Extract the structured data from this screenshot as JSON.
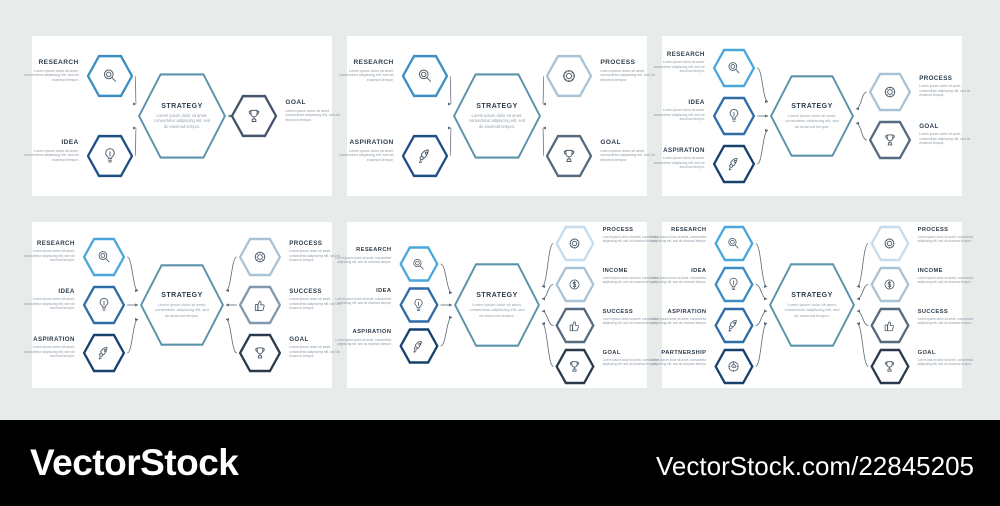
{
  "page": {
    "background_color": "#e7ecea",
    "card_color": "#ffffff"
  },
  "footer": {
    "brand": "VectorStock",
    "url": "VectorStock.com/22845205",
    "background_color": "#000000",
    "text_color": "#ffffff"
  },
  "common": {
    "center_title": "STRATEGY",
    "lorem": "Lorem ipsum dolor sit amet, consectetur adipiscing elit, sed do eiusmod tempor.",
    "center_color": "#5b93ab",
    "colors": {
      "blue_1": "#4aa7dd",
      "blue_2": "#3d8dc4",
      "blue_3": "#2f6ba6",
      "blue_4": "#1d4f85",
      "blue_5": "#16406e",
      "slate_1": "#c6dced",
      "slate_2": "#a8c3d6",
      "slate_3": "#8098ae",
      "slate_4": "#566a80",
      "slate_5": "#2b3a4a"
    }
  },
  "panels": [
    {
      "id": "panel-1",
      "left_nodes": [
        {
          "label": "RESEARCH",
          "desc": "Lorem ipsum dolor sit amet, consectetur adipiscing elit, sed do eiusmod tempor.",
          "icon": "magnifier-icon",
          "color": "#3d8dc4"
        },
        {
          "label": "IDEA",
          "desc": "Lorem ipsum dolor sit amet, consectetur adipiscing elit, sed do eiusmod tempor.",
          "icon": "lightbulb-icon",
          "color": "#1d4f85"
        }
      ],
      "right_nodes": [
        {
          "label": "GOAL",
          "desc": "Lorem ipsum dolor sit amet, consectetur adipiscing elit, sed do eiusmod tempor.",
          "icon": "trophy-icon",
          "color": "#42536a"
        }
      ]
    },
    {
      "id": "panel-2",
      "left_nodes": [
        {
          "label": "RESEARCH",
          "desc": "Lorem ipsum dolor sit amet, consectetur adipiscing elit, sed do eiusmod tempor.",
          "icon": "magnifier-icon",
          "color": "#3d8dc4"
        },
        {
          "label": "ASPIRATION",
          "desc": "Lorem ipsum dolor sit amet, consectetur adipiscing elit, sed do eiusmod tempor.",
          "icon": "rocket-icon",
          "color": "#1d4f85"
        }
      ],
      "right_nodes": [
        {
          "label": "PROCESS",
          "desc": "Lorem ipsum dolor sit amet, consectetur adipiscing elit, sed do eiusmod tempor.",
          "icon": "gear-icon",
          "color": "#a8c3d6"
        },
        {
          "label": "GOAL",
          "desc": "Lorem ipsum dolor sit amet, consectetur adipiscing elit, sed do eiusmod tempor.",
          "icon": "trophy-icon",
          "color": "#566a80"
        }
      ]
    },
    {
      "id": "panel-3",
      "left_nodes": [
        {
          "label": "RESEARCH",
          "desc": "Lorem ipsum dolor sit amet, consectetur adipiscing elit, sed do eiusmod tempor.",
          "icon": "magnifier-icon",
          "color": "#4aa7dd"
        },
        {
          "label": "IDEA",
          "desc": "Lorem ipsum dolor sit amet, consectetur adipiscing elit, sed do eiusmod tempor.",
          "icon": "lightbulb-icon",
          "color": "#2f6ba6"
        },
        {
          "label": "ASPIRATION",
          "desc": "Lorem ipsum dolor sit amet, consectetur adipiscing elit, sed do eiusmod tempor.",
          "icon": "rocket-icon",
          "color": "#16406e"
        }
      ],
      "right_nodes": [
        {
          "label": "PROCESS",
          "desc": "Lorem ipsum dolor sit amet, consectetur adipiscing elit, sed do eiusmod tempor.",
          "icon": "gear-icon",
          "color": "#a8c3d6"
        },
        {
          "label": "GOAL",
          "desc": "Lorem ipsum dolor sit amet, consectetur adipiscing elit, sed do eiusmod tempor.",
          "icon": "trophy-icon",
          "color": "#566a80"
        }
      ]
    },
    {
      "id": "panel-4",
      "left_nodes": [
        {
          "label": "RESEARCH",
          "desc": "Lorem ipsum dolor sit amet, consectetur adipiscing elit, sed do eiusmod tempor.",
          "icon": "magnifier-icon",
          "color": "#4aa7dd"
        },
        {
          "label": "IDEA",
          "desc": "Lorem ipsum dolor sit amet, consectetur adipiscing elit, sed do eiusmod tempor.",
          "icon": "lightbulb-icon",
          "color": "#2f6ba6"
        },
        {
          "label": "ASPIRATION",
          "desc": "Lorem ipsum dolor sit amet, consectetur adipiscing elit, sed do eiusmod tempor.",
          "icon": "rocket-icon",
          "color": "#16406e"
        }
      ],
      "right_nodes": [
        {
          "label": "PROCESS",
          "desc": "Lorem ipsum dolor sit amet, consectetur adipiscing elit, sed do eiusmod tempor.",
          "icon": "gear-icon",
          "color": "#a8c3d6"
        },
        {
          "label": "SUCCESS",
          "desc": "Lorem ipsum dolor sit amet, consectetur adipiscing elit, sed do eiusmod tempor.",
          "icon": "thumbs-up-icon",
          "color": "#8098ae"
        },
        {
          "label": "GOAL",
          "desc": "Lorem ipsum dolor sit amet, consectetur adipiscing elit, sed do eiusmod tempor.",
          "icon": "trophy-icon",
          "color": "#2b3a4a"
        }
      ]
    },
    {
      "id": "panel-5",
      "left_nodes": [
        {
          "label": "RESEARCH",
          "desc": "Lorem ipsum dolor sit amet, consectetur adipiscing elit, sed do eiusmod tempor.",
          "icon": "magnifier-icon",
          "color": "#4aa7dd"
        },
        {
          "label": "IDEA",
          "desc": "Lorem ipsum dolor sit amet, consectetur adipiscing elit, sed do eiusmod tempor.",
          "icon": "lightbulb-icon",
          "color": "#2f6ba6"
        },
        {
          "label": "ASPIRATION",
          "desc": "Lorem ipsum dolor sit amet, consectetur adipiscing elit, sed do eiusmod tempor.",
          "icon": "rocket-icon",
          "color": "#16406e"
        }
      ],
      "right_nodes": [
        {
          "label": "PROCESS",
          "desc": "Lorem ipsum dolor sit amet, consectetur adipiscing elit, sed do eiusmod tempor.",
          "icon": "gear-icon",
          "color": "#c6dced"
        },
        {
          "label": "INCOME",
          "desc": "Lorem ipsum dolor sit amet, consectetur adipiscing elit, sed do eiusmod tempor.",
          "icon": "dollar-coin-icon",
          "color": "#a8c3d6"
        },
        {
          "label": "SUCCESS",
          "desc": "Lorem ipsum dolor sit amet, consectetur adipiscing elit, sed do eiusmod tempor.",
          "icon": "thumbs-up-icon",
          "color": "#566a80"
        },
        {
          "label": "GOAL",
          "desc": "Lorem ipsum dolor sit amet, consectetur adipiscing elit, sed do eiusmod tempor.",
          "icon": "trophy-icon",
          "color": "#2b3a4a"
        }
      ]
    },
    {
      "id": "panel-6",
      "left_nodes": [
        {
          "label": "RESEARCH",
          "desc": "Lorem ipsum dolor sit amet, consectetur adipiscing elit, sed do eiusmod tempor.",
          "icon": "magnifier-icon",
          "color": "#4aa7dd"
        },
        {
          "label": "IDEA",
          "desc": "Lorem ipsum dolor sit amet, consectetur adipiscing elit, sed do eiusmod tempor.",
          "icon": "lightbulb-icon",
          "color": "#3d8dc4"
        },
        {
          "label": "ASPIRATION",
          "desc": "Lorem ipsum dolor sit amet, consectetur adipiscing elit, sed do eiusmod tempor.",
          "icon": "rocket-icon",
          "color": "#2f6ba6"
        },
        {
          "label": "PARTNERSHIP",
          "desc": "Lorem ipsum dolor sit amet, consectetur adipiscing elit, sed do eiusmod tempor.",
          "icon": "handshake-icon",
          "color": "#16406e"
        }
      ],
      "right_nodes": [
        {
          "label": "PROCESS",
          "desc": "Lorem ipsum dolor sit amet, consectetur adipiscing elit, sed do eiusmod tempor.",
          "icon": "gear-icon",
          "color": "#c6dced"
        },
        {
          "label": "INCOME",
          "desc": "Lorem ipsum dolor sit amet, consectetur adipiscing elit, sed do eiusmod tempor.",
          "icon": "dollar-coin-icon",
          "color": "#a8c3d6"
        },
        {
          "label": "SUCCESS",
          "desc": "Lorem ipsum dolor sit amet, consectetur adipiscing elit, sed do eiusmod tempor.",
          "icon": "thumbs-up-icon",
          "color": "#566a80"
        },
        {
          "label": "GOAL",
          "desc": "Lorem ipsum dolor sit amet, consectetur adipiscing elit, sed do eiusmod tempor.",
          "icon": "trophy-icon",
          "color": "#2b3a4a"
        }
      ]
    }
  ]
}
